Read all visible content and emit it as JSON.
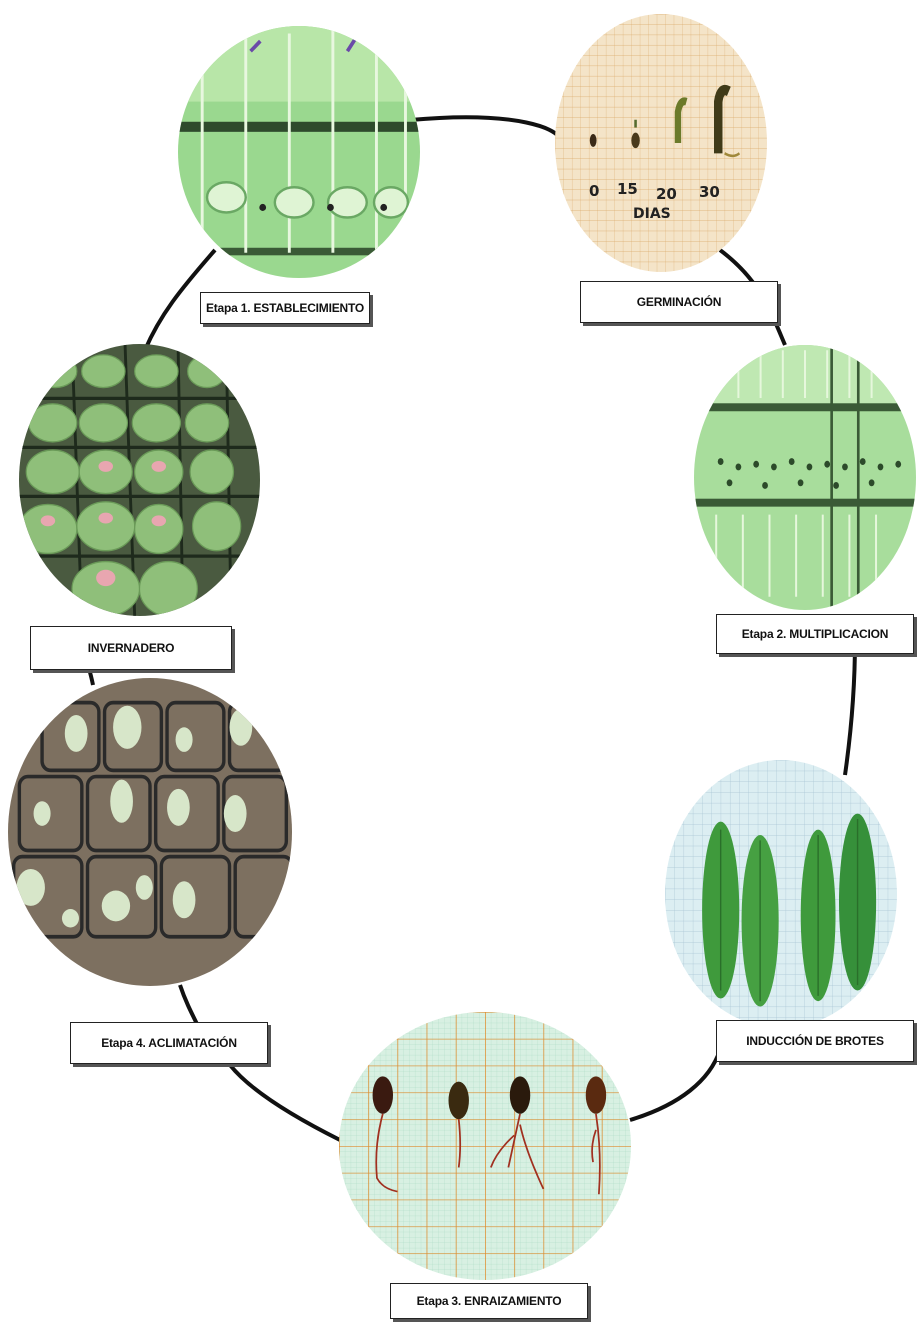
{
  "stages": {
    "establecimiento": {
      "label": "Etapa 1. ESTABLECIMIENTO"
    },
    "germinacion": {
      "label": "GERMINACIÓN",
      "ink_days": [
        "0",
        "15",
        "20",
        "30"
      ],
      "ink_caption": "DIAS"
    },
    "multiplicacion": {
      "label": "Etapa 2. MULTIPLICACION"
    },
    "induccion": {
      "label": "INDUCCIÓN DE BROTES"
    },
    "enraizamiento": {
      "label": "Etapa 3. ENRAIZAMIENTO"
    },
    "aclimatacion": {
      "label": "Etapa 4. ACLIMATACIÓN"
    },
    "invernadero": {
      "label": "INVERNADERO"
    }
  },
  "colors": {
    "cycle_line": "#111111",
    "lab_green": "#8fd08a",
    "grid_paper": "#f4e4c8",
    "grid_orange": "#e08a2a",
    "blue_paper": "#dceef2",
    "cactus_green": "#3f9a3c",
    "pale_cactus": "#d7e6c9",
    "soil": "#7d7060"
  }
}
